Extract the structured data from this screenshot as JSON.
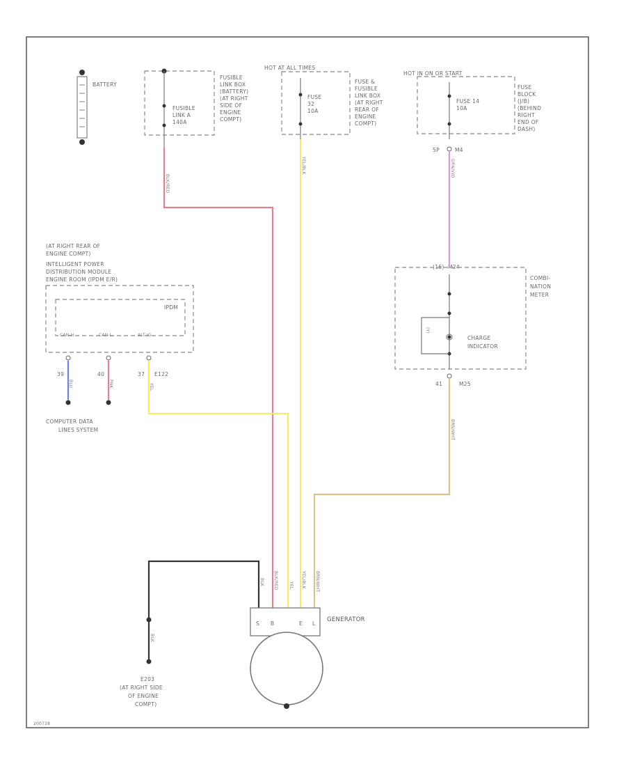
{
  "battery": {
    "label": "BATTERY"
  },
  "fusible_link": {
    "name": "FUSIBLE LINK A 140A",
    "name_lines": [
      "FUSIBLE",
      "LINK A",
      "140A"
    ],
    "location_lines": [
      "FUSIBLE",
      "LINK BOX",
      "(BATTERY)",
      "(AT RIGHT",
      "SIDE OF",
      "ENGINE",
      "COMPT)"
    ],
    "wire": "BLK/RED"
  },
  "fuse_32": {
    "header": "HOT AT ALL TIMES",
    "name_lines": [
      "FUSE",
      "32",
      "10A"
    ],
    "location_lines": [
      "FUSE &",
      "FUSIBLE",
      "LINK BOX",
      "(AT RIGHT",
      "REAR OF",
      "ENGINE",
      "COMPT)"
    ],
    "wire": "YEL/BLK"
  },
  "fuse_14": {
    "header": "HOT IN ON OR START",
    "name_lines": [
      "FUSE 14",
      "10A"
    ],
    "location_lines": [
      "FUSE",
      "BLOCK",
      "(J/B)",
      "(BEHIND",
      "RIGHT",
      "END OF",
      "DASH)"
    ],
    "connector": "5P",
    "connector_id": "M4",
    "wire": "GRN/VIO"
  },
  "ipdm": {
    "location_lines": [
      "(AT RIGHT REAR OF",
      "ENGINE COMPT)",
      "INTELLIGENT POWER",
      "DISTRIBUTION MODULE",
      "ENGINE ROOM (IPDM E/R)"
    ],
    "box_label": "IPDM",
    "pins": [
      "CAN-H",
      "CAN-L",
      "ALT IG"
    ],
    "pin_numbers": [
      "39",
      "40",
      "37"
    ],
    "connector_id": "E122",
    "wires": [
      "BLU",
      "PNK",
      "YEL"
    ],
    "network_lines": [
      "COMPUTER DATA",
      "LINES SYSTEM"
    ]
  },
  "combination_meter": {
    "top_pin": "(16)",
    "top_connector": "M24",
    "label_lines": [
      "COMBI-",
      "NATION",
      "METER"
    ],
    "indicator_lines": [
      "CHARGE",
      "INDICATOR"
    ],
    "side_label": "(Y)",
    "bottom_pin": "41",
    "bottom_connector": "M25",
    "wire": "BRN/WHT"
  },
  "generator": {
    "label": "GENERATOR",
    "terminals": [
      "S",
      "B",
      "E",
      "L"
    ],
    "wires": [
      "BLK",
      "BLK/RED",
      "YEL",
      "YEL/BLK",
      "BRN/WHT"
    ]
  },
  "ground": {
    "wire": "BLK",
    "id": "E203",
    "location_lines": [
      "(AT RIGHT SIDE",
      "OF ENGINE",
      "COMPT)"
    ]
  },
  "footer": {
    "code": "200728"
  },
  "colors": {
    "red_wire": "#e0808a",
    "yellow_wire": "#f2ec6a",
    "violet_wire": "#d99ad6",
    "brown_wire": "#d8c48a",
    "blue_wire": "#6f7fe6",
    "pink_wire": "#e07f93",
    "black_wire": "#333333"
  }
}
